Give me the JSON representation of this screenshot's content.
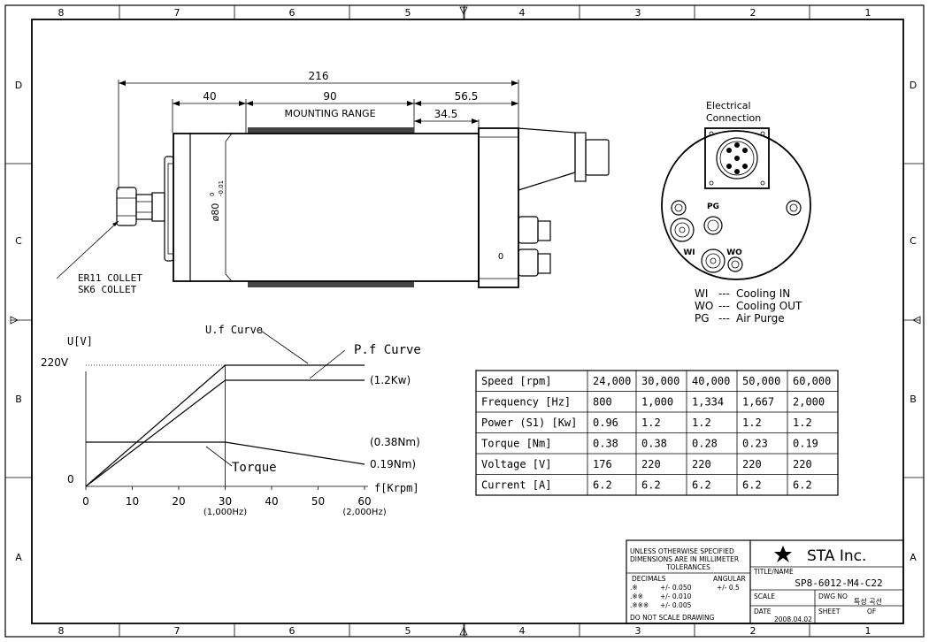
{
  "frame": {
    "col_labels": [
      "8",
      "7",
      "6",
      "5",
      "4",
      "3",
      "2",
      "1"
    ],
    "row_labels": [
      "D",
      "C",
      "B",
      "A"
    ]
  },
  "drawing": {
    "dims": {
      "overall": "216",
      "front": "40",
      "mounting": "90",
      "rear": "56.5",
      "rear_inner": "34.5"
    },
    "mounting_label": "MOUNTING RANGE",
    "diameter_label": "ø80",
    "diameter_tol_upper": "0",
    "diameter_tol_lower": "-0.01",
    "collet_line1": "ER11 COLLET",
    "collet_line2": "SK6 COLLET",
    "end_label": "0"
  },
  "end_view": {
    "title_line1": "Electrical",
    "title_line2": "Connection",
    "port_pg": "PG",
    "port_wi": "WI",
    "port_wo": "WO",
    "legend": [
      {
        "code": "WI",
        "text": "Cooling IN"
      },
      {
        "code": "WO",
        "text": "Cooling OUT"
      },
      {
        "code": "PG",
        "text": "Air Purge"
      }
    ]
  },
  "chart_data": {
    "type": "line",
    "xlabel": "f[Krpm]",
    "ylabel": "U[V]",
    "x_ticks": [
      0,
      10,
      20,
      30,
      40,
      50,
      60
    ],
    "x_sub": [
      {
        "x": 30,
        "text": "(1,000Hz)"
      },
      {
        "x": 60,
        "text": "(2,000Hz)"
      }
    ],
    "xlim": [
      0,
      60
    ],
    "y_marks": [
      {
        "y": 0,
        "text": "0"
      },
      {
        "y": 220,
        "text": "220V"
      }
    ],
    "series": [
      {
        "name": "U.f Curve",
        "points": [
          [
            0,
            0
          ],
          [
            30,
            220
          ],
          [
            60,
            220
          ]
        ]
      },
      {
        "name": "P.f Curve",
        "points": [
          [
            0,
            0
          ],
          [
            30,
            1.2
          ],
          [
            60,
            1.2
          ]
        ],
        "end_label": "(1.2Kw)"
      },
      {
        "name": "Torque",
        "points": [
          [
            0,
            0.38
          ],
          [
            30,
            0.38
          ],
          [
            60,
            0.19
          ]
        ],
        "labels": [
          "(0.38Nm)",
          "0.19Nm)"
        ]
      }
    ]
  },
  "spec_table": {
    "rows": [
      [
        "Speed  [rpm]",
        "24,000",
        "30,000",
        "40,000",
        "50,000",
        "60,000"
      ],
      [
        "Frequency [Hz]",
        "800",
        "1,000",
        "1,334",
        "1,667",
        "2,000"
      ],
      [
        "Power (S1) [Kw]",
        "0.96",
        "1.2",
        "1.2",
        "1.2",
        "1.2"
      ],
      [
        "Torque  [Nm]",
        "0.38",
        "0.38",
        "0.28",
        "0.23",
        "0.19"
      ],
      [
        "Voltage [V]",
        "176",
        "220",
        "220",
        "220",
        "220"
      ],
      [
        "Current [A]",
        "6.2",
        "6.2",
        "6.2",
        "6.2",
        "6.2"
      ]
    ]
  },
  "title_block": {
    "unless1": "UNLESS OTHERWISE SPECIFIED",
    "unless2": "DIMENSIONS ARE IN MILLIMETER",
    "tolerances": "TOLERANCES",
    "decimals": "DECIMALS",
    "angular": "ANGULAR",
    "angular_val": "+/- 0.5",
    "tol_rows": [
      {
        "mark": ".※",
        "val": "+/- 0.050"
      },
      {
        "mark": ".※※",
        "val": "+/- 0.010"
      },
      {
        "mark": ".※※※",
        "val": "+/- 0.005"
      }
    ],
    "do_not_scale": "DO NOT SCALE DRAWING",
    "company": "STA Inc.",
    "title_name_label": "TITLE/NAME",
    "part_number": "SP8-6012-M4-C22",
    "scale_label": "SCALE",
    "dwg_no_label": "DWG NO",
    "dwg_no": "특성 곡선",
    "date_label": "DATE",
    "date": "2008.04.02",
    "sheet_label": "SHEET",
    "of_label": "OF"
  }
}
